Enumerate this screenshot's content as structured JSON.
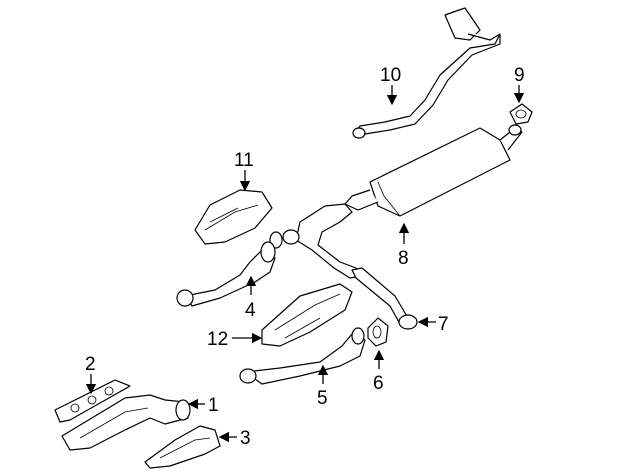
{
  "diagram": {
    "type": "exhaust system parts diagram",
    "callouts": {
      "c1": "1",
      "c2": "2",
      "c3": "3",
      "c4": "4",
      "c5": "5",
      "c6": "6",
      "c7": "7",
      "c8": "8",
      "c9": "9",
      "c10": "10",
      "c11": "11",
      "c12": "12"
    }
  }
}
